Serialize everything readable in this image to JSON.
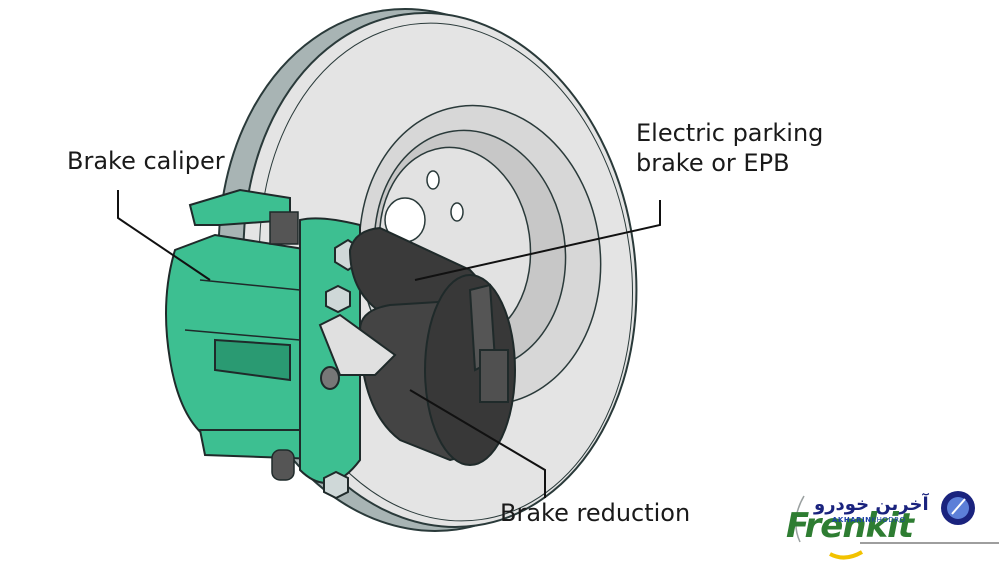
{
  "diagram": {
    "title": "Electric parking brake components",
    "labels": {
      "brake_caliper": "Brake caliper",
      "epb_line1": "Electric parking",
      "epb_line2": "brake or EPB",
      "brake_reduction": "Brake reduction"
    },
    "colors": {
      "caliper": "#3dbf91",
      "caliper_dark": "#2a9a72",
      "disc": "#dedede",
      "motor": "#3a3a3a",
      "outline": "#1f2a2a"
    }
  },
  "logo": {
    "brand_fa": "آخرین خودرو",
    "brand_en_bold": "AKHARIN",
    "brand_en_light": "KHODRO",
    "watermark": "Frenkit"
  }
}
